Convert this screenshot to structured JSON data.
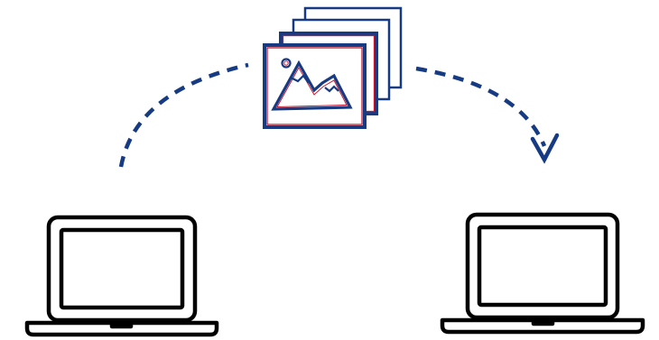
{
  "diagram": {
    "type": "file-transfer-illustration",
    "source_device": {
      "icon": "laptop-icon"
    },
    "target_device": {
      "icon": "laptop-icon"
    },
    "payload": {
      "icon": "image-stack-icon",
      "layers": 4
    },
    "flow": {
      "icon": "dashed-arrow",
      "direction": "left-to-right"
    },
    "colors": {
      "device_stroke": "#000000",
      "arrow": "#173b82",
      "image_blue": "#173b82",
      "image_red": "#c7162e"
    }
  }
}
